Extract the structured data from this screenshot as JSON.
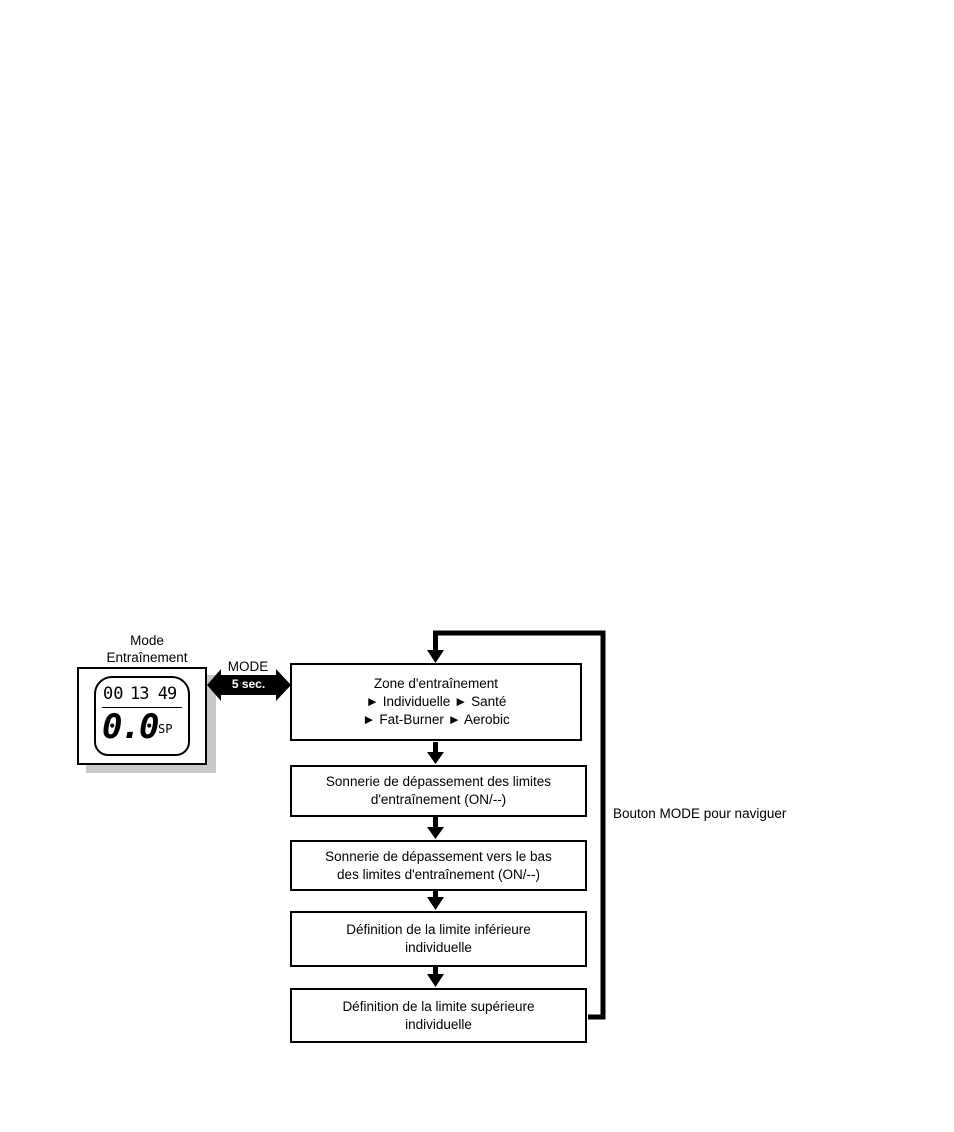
{
  "watch": {
    "title_line1": "Mode",
    "title_line2": "Entraînement",
    "display_top_left": "00",
    "display_top_right": "13 49",
    "display_main": "0.0",
    "display_unit": "SP"
  },
  "mode_arrow": {
    "label": "MODE",
    "duration": "5 sec."
  },
  "steps": [
    {
      "lines": [
        "Zone d'entraînement",
        "► Individuelle ► Santé",
        "► Fat-Burner ► Aerobic"
      ]
    },
    {
      "lines": [
        "Sonnerie de dépassement des limites",
        "d'entraînement (ON/--)"
      ]
    },
    {
      "lines": [
        "Sonnerie de dépassement vers le bas",
        "des limites d'entraînement (ON/--)"
      ]
    },
    {
      "lines": [
        "Définition de la limite inférieure",
        "individuelle"
      ]
    },
    {
      "lines": [
        "Définition de la limite supérieure",
        "individuelle"
      ]
    }
  ],
  "loop_label": "Bouton MODE pour naviguer"
}
